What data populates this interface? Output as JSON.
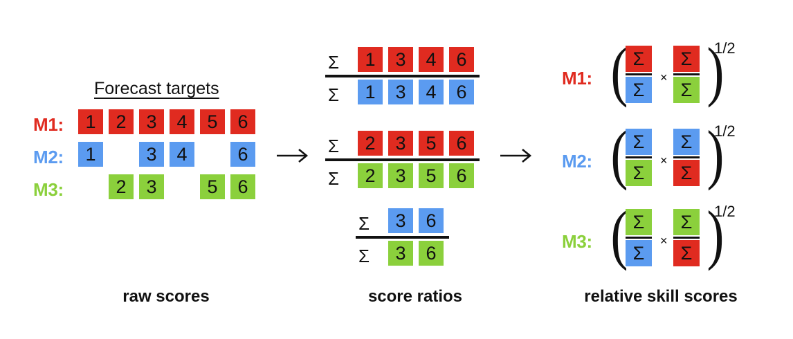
{
  "figure": {
    "background_color": "#ffffff",
    "colors": {
      "red": "#E02B20",
      "blue": "#5B9BF0",
      "green": "#8BD03C",
      "ink": "#111111"
    }
  },
  "left_panel": {
    "heading": "Forecast targets",
    "caption": "raw scores",
    "rows": [
      {
        "label": "M1:",
        "color_key": "red",
        "color": "#E02B20",
        "slots": [
          "1",
          "2",
          "3",
          "4",
          "5",
          "6"
        ]
      },
      {
        "label": "M2:",
        "color_key": "blue",
        "color": "#5B9BF0",
        "slots": [
          "1",
          "",
          "3",
          "4",
          "",
          "6"
        ]
      },
      {
        "label": "M3:",
        "color_key": "green",
        "color": "#8BD03C",
        "slots": [
          "",
          "2",
          "3",
          "",
          "5",
          "6"
        ]
      }
    ]
  },
  "arrows": {
    "first": "→",
    "second": "→"
  },
  "middle_panel": {
    "caption": "score ratios",
    "sigma": "Σ",
    "fractions": [
      {
        "numerator": {
          "color_key": "red",
          "color": "#E02B20",
          "values": [
            "1",
            "3",
            "4",
            "6"
          ]
        },
        "denominator": {
          "color_key": "blue",
          "color": "#5B9BF0",
          "values": [
            "1",
            "3",
            "4",
            "6"
          ]
        }
      },
      {
        "numerator": {
          "color_key": "red",
          "color": "#E02B20",
          "values": [
            "2",
            "3",
            "5",
            "6"
          ]
        },
        "denominator": {
          "color_key": "green",
          "color": "#8BD03C",
          "values": [
            "2",
            "3",
            "5",
            "6"
          ]
        }
      },
      {
        "numerator": {
          "color_key": "blue",
          "color": "#5B9BF0",
          "values": [
            "3",
            "6"
          ]
        },
        "denominator": {
          "color_key": "green",
          "color": "#8BD03C",
          "values": [
            "3",
            "6"
          ]
        }
      }
    ]
  },
  "right_panel": {
    "caption": "relative skill scores",
    "sigma": "Σ",
    "times": "×",
    "exponent": "1/2",
    "open_paren": "(",
    "close_paren": ")",
    "rows": [
      {
        "label": "M1:",
        "color_key": "red",
        "color": "#E02B20",
        "term1": {
          "num_color": "#E02B20",
          "den_color": "#5B9BF0",
          "num_color_key": "red",
          "den_color_key": "blue"
        },
        "term2": {
          "num_color": "#E02B20",
          "den_color": "#8BD03C",
          "num_color_key": "red",
          "den_color_key": "green"
        }
      },
      {
        "label": "M2:",
        "color_key": "blue",
        "color": "#5B9BF0",
        "term1": {
          "num_color": "#5B9BF0",
          "den_color": "#8BD03C",
          "num_color_key": "blue",
          "den_color_key": "green"
        },
        "term2": {
          "num_color": "#5B9BF0",
          "den_color": "#E02B20",
          "num_color_key": "blue",
          "den_color_key": "red"
        }
      },
      {
        "label": "M3:",
        "color_key": "green",
        "color": "#8BD03C",
        "term1": {
          "num_color": "#8BD03C",
          "den_color": "#5B9BF0",
          "num_color_key": "green",
          "den_color_key": "blue"
        },
        "term2": {
          "num_color": "#8BD03C",
          "den_color": "#E02B20",
          "num_color_key": "green",
          "den_color_key": "red"
        }
      }
    ]
  }
}
